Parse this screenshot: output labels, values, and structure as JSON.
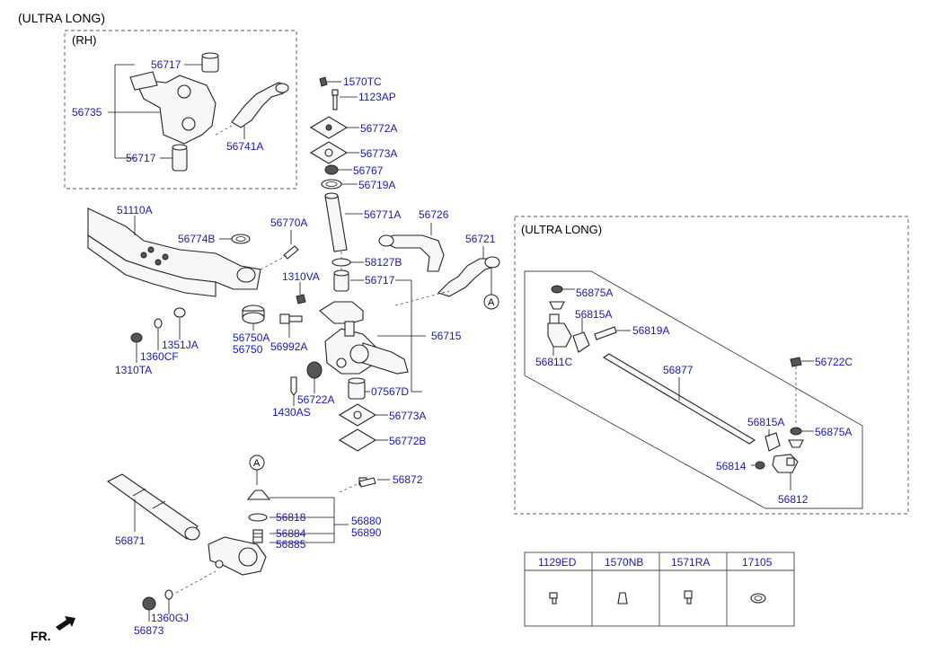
{
  "title": "(ULTRA LONG)",
  "rh_box": {
    "label": "(RH)",
    "parts": [
      "56717",
      "56735",
      "56741A",
      "56717"
    ]
  },
  "ultra_long_box": {
    "label": "(ULTRA LONG)",
    "parts": [
      "56875A",
      "56815A",
      "56819A",
      "56811C",
      "56877",
      "56722C",
      "56815A",
      "56875A",
      "56814",
      "56812"
    ]
  },
  "labels": {
    "p1570TC": "1570TC",
    "p1123AP": "1123AP",
    "p56772A": "56772A",
    "p56773A": "56773A",
    "p56767": "56767",
    "p56719A": "56719A",
    "p56771A": "56771A",
    "p56726": "56726",
    "p51110A": "51110A",
    "p56774B": "56774B",
    "p56770A": "56770A",
    "p56721": "56721",
    "p58127B": "58127B",
    "p1310VA": "1310VA",
    "p56717": "56717",
    "p56750A": "56750A",
    "p56750": "56750",
    "p56992A": "56992A",
    "p56715": "56715",
    "p1351JA": "1351JA",
    "p1360CF": "1360CF",
    "p1310TA": "1310TA",
    "p56722A": "56722A",
    "p07567D": "07567D",
    "p1430AS": "1430AS",
    "p56773A_b": "56773A",
    "p56772B": "56772B",
    "p56872": "56872",
    "p56818": "56818",
    "p56880": "56880",
    "p56884": "56884",
    "p56890": "56890",
    "p56885": "56885",
    "p56871": "56871",
    "p1360GJ": "1360GJ",
    "p56873": "56873",
    "circleA1": "A",
    "circleA2": "A"
  },
  "fr_label": "FR.",
  "parts_table": {
    "headers": [
      "1129ED",
      "1570NB",
      "1571RA",
      "17105"
    ]
  }
}
